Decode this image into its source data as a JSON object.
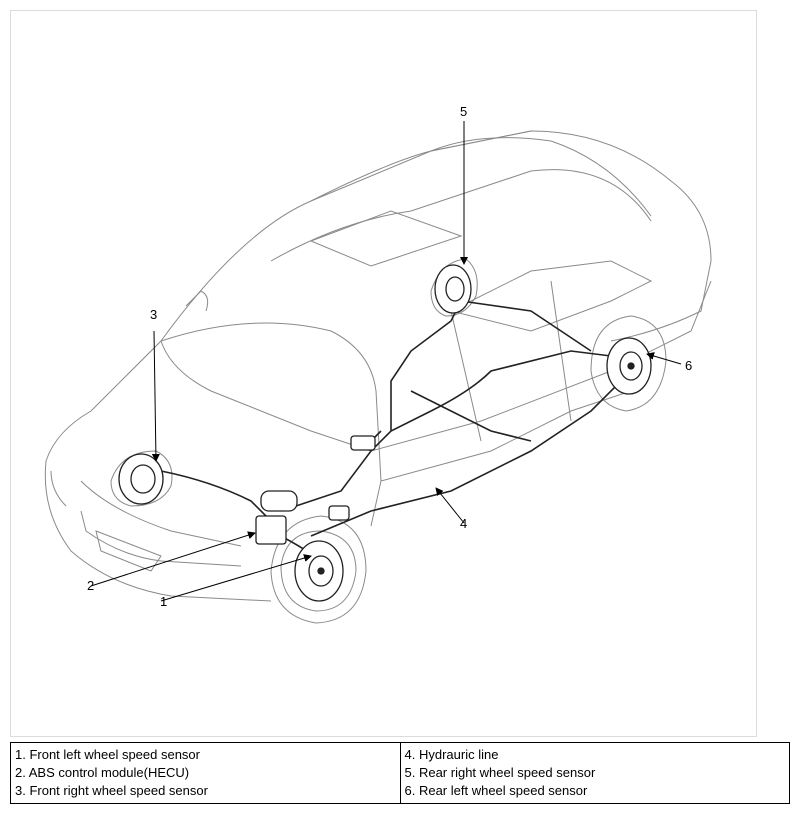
{
  "figure": {
    "callouts": [
      {
        "num": "1"
      },
      {
        "num": "2"
      },
      {
        "num": "3"
      },
      {
        "num": "4"
      },
      {
        "num": "5"
      },
      {
        "num": "6"
      }
    ]
  },
  "legend": {
    "left": [
      "1. Front left wheel speed sensor",
      "2. ABS control module(HECU)",
      "3. Front right wheel speed sensor"
    ],
    "right": [
      "4. Hydrauric line",
      "5. Rear right wheel speed sensor",
      "6. Rear left wheel speed sensor"
    ]
  },
  "colors": {
    "car_outline": "#8a8a8a",
    "system_lines": "#222222",
    "border": "#000000"
  }
}
